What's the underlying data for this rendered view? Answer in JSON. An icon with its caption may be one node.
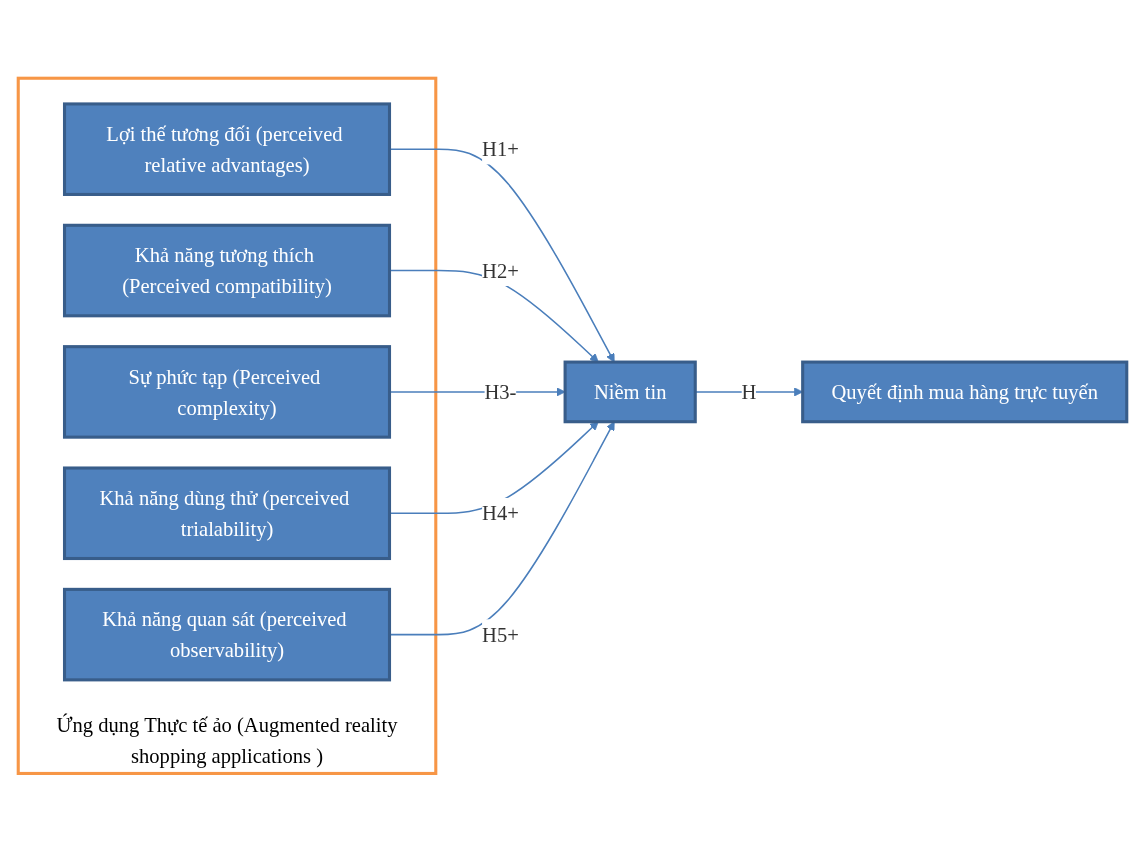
{
  "diagram": {
    "nodes": [
      {
        "text": [
          "Ứng dụng Thực tế ảo (Augmented reality shopping applications )"
        ]
      },
      {
        "text": [
          "Lợi thế tương đối (perceived relative advantages)"
        ],
        "in": 0
      },
      {
        "text": [
          "Khả năng tương thích (Perceived compatibility)"
        ],
        "in": 0
      },
      {
        "text": [
          "Sự phức tạp (Perceived complexity)"
        ],
        "in": 0
      },
      {
        "text": [
          "Khả năng dùng thử (perceived trialability)"
        ],
        "in": 0
      },
      {
        "text": [
          "Khả năng quan sát (perceived observability)"
        ],
        "in": 0
      },
      {
        "text": [
          "Niềm tin"
        ]
      },
      {
        "text": [
          "Quyết định mua hàng trực tuyến"
        ]
      }
    ],
    "edges": [
      {
        "from": 1,
        "to": 6,
        "arrow": "to",
        "label": "H1+"
      },
      {
        "from": 2,
        "to": 6,
        "arrow": "to",
        "label": "H2+"
      },
      {
        "from": 3,
        "to": 6,
        "arrow": "to",
        "label": "H3-"
      },
      {
        "from": 4,
        "to": 6,
        "arrow": "to",
        "label": "H4+"
      },
      {
        "from": 5,
        "to": 6,
        "arrow": "to",
        "label": "H5+"
      },
      {
        "from": 6,
        "to": 7,
        "arrow": "to",
        "label": "H"
      }
    ]
  }
}
